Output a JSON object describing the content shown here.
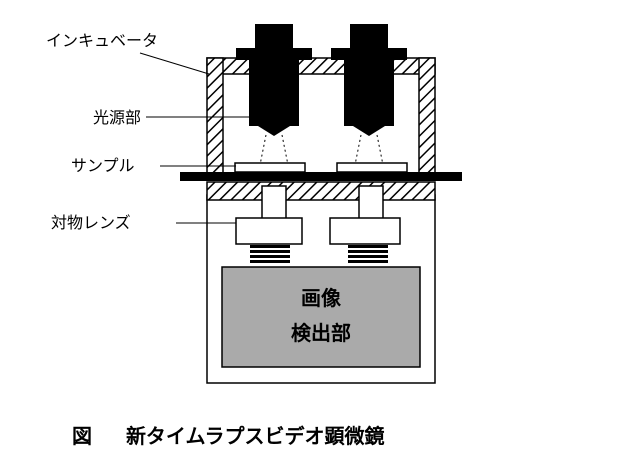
{
  "labels": {
    "incubator": "インキュベータ",
    "light_source": "光源部",
    "sample": "サンプル",
    "objective_lens": "対物レンズ"
  },
  "detector": {
    "line1": "画像",
    "line2": "検出部"
  },
  "caption": {
    "prefix": "図",
    "title": "新タイムラプスビデオ顕微鏡"
  }
}
